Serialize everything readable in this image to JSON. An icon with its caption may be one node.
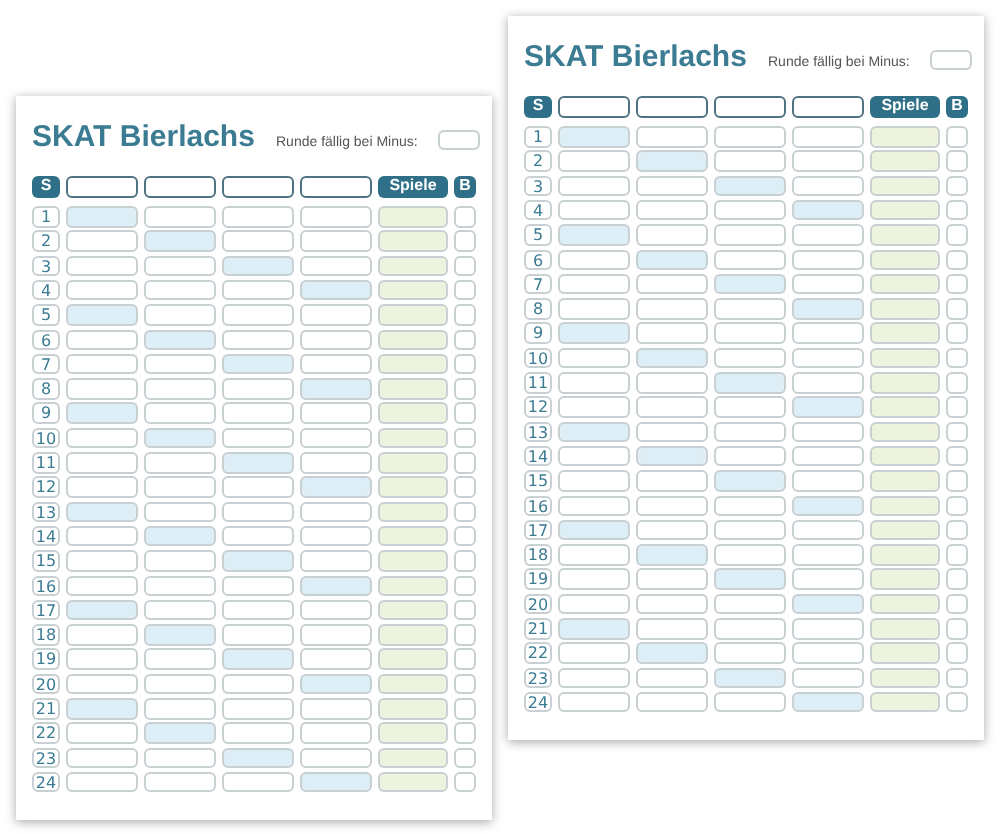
{
  "diagram": {
    "labels": [
      "SKAT Bierlachs",
      "Runde fällig bei Minus:",
      "S",
      "Spiele",
      "B",
      "1",
      "2",
      "3",
      "4",
      "5",
      "6",
      "7",
      "8",
      "9",
      "10",
      "11",
      "12",
      "13",
      "14",
      "15",
      "16",
      "17",
      "18",
      "19",
      "20",
      "21",
      "22",
      "23",
      "24",
      "SKAT Bierlachs",
      "Runde fällig bei Minus:",
      "S",
      "Spiele",
      "B",
      "1",
      "2",
      "3",
      "4",
      "5",
      "6",
      "7",
      "8",
      "9",
      "10",
      "11",
      "12",
      "13",
      "14",
      "15",
      "16",
      "17",
      "18",
      "19",
      "20",
      "21",
      "22",
      "23",
      "24"
    ]
  }
}
